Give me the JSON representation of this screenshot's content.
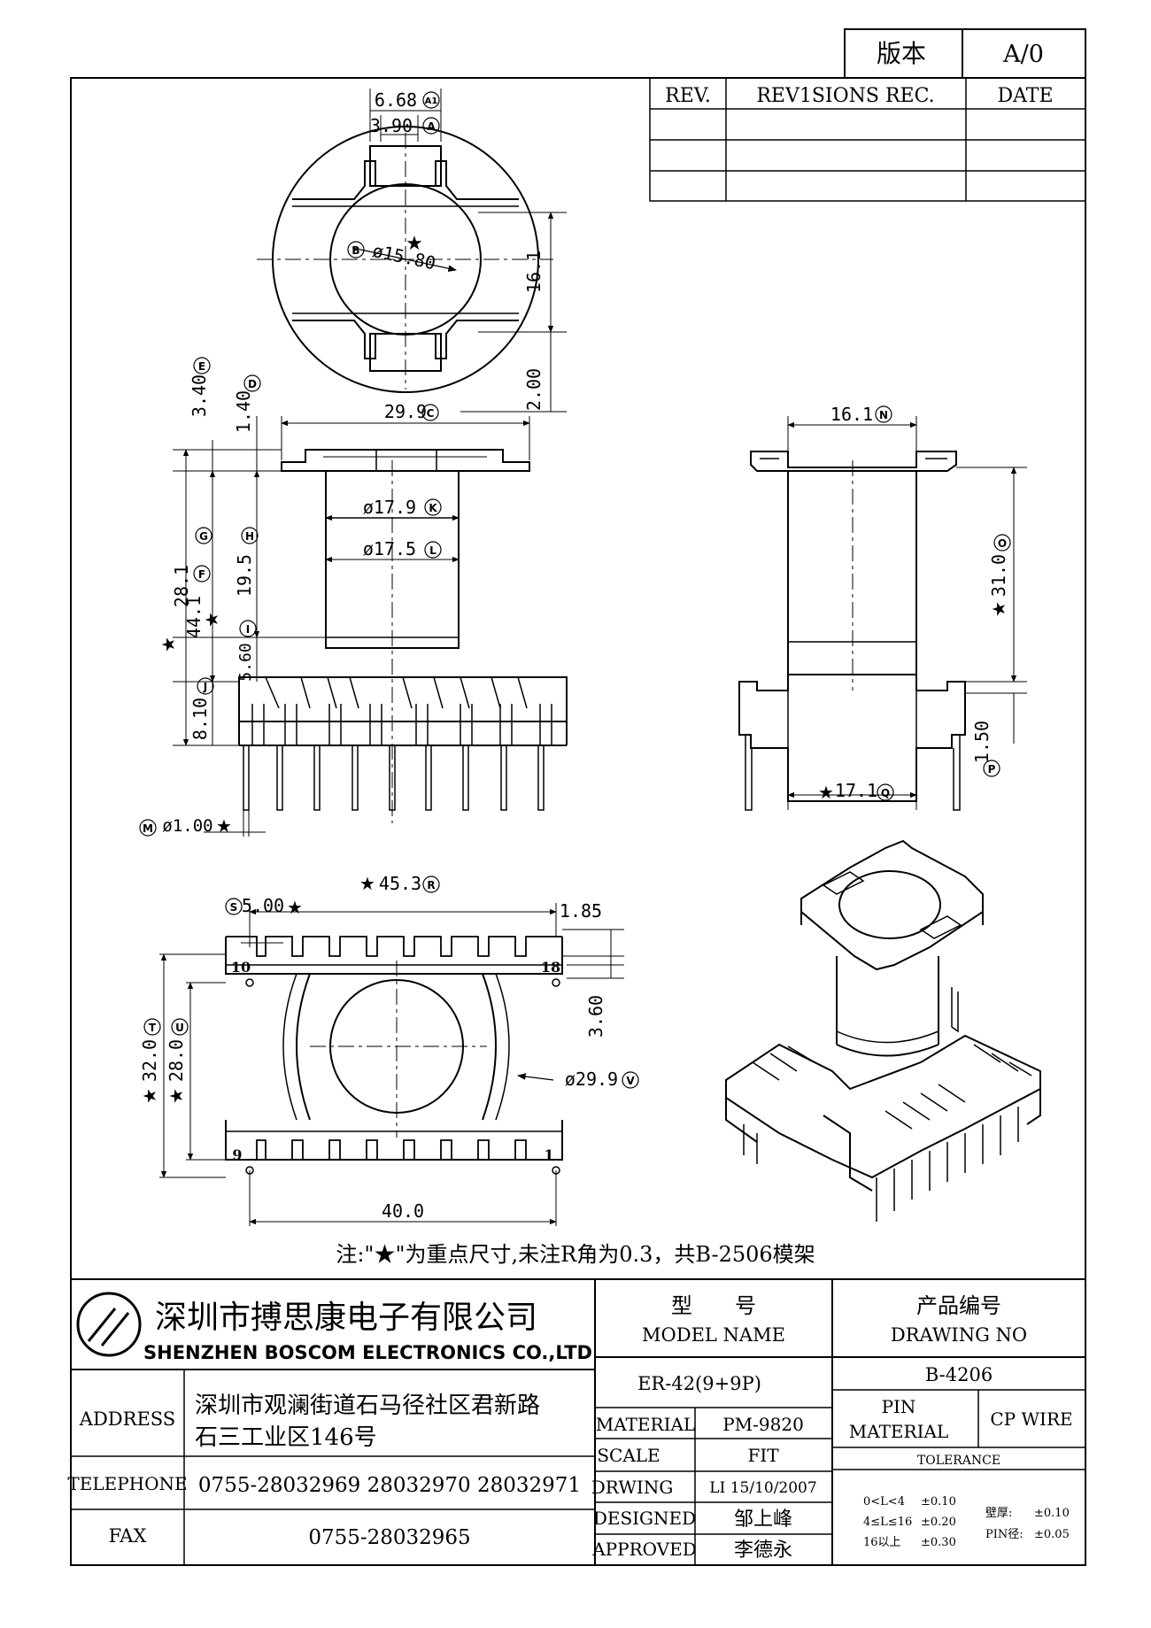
{
  "header": {
    "version_label": "版本",
    "version_value": "A/0",
    "rev_col": "REV.",
    "revisions_col": "REV1SIONS REC.",
    "date_col": "DATE"
  },
  "dims": {
    "a1": "6.68",
    "a1_tag": "A1",
    "a": "3.90",
    "a_tag": "A",
    "b": "ø15.80",
    "b_tag": "B",
    "h161": "16.1",
    "h200": "2.00",
    "e": "3.40",
    "e_tag": "E",
    "d": "1.40",
    "d_tag": "D",
    "c": "29.9",
    "c_tag": "C",
    "k": "ø17.9",
    "k_tag": "K",
    "l": "ø17.5",
    "l_tag": "L",
    "g": "28.1",
    "g_tag": "G",
    "f": "44.1",
    "f_tag": "F",
    "h": "19.5",
    "h_tag": "H",
    "i": "5.60",
    "i_tag": "I",
    "j": "8.10",
    "j_tag": "J",
    "m": "ø1.00",
    "m_tag": "M",
    "n": "16.1",
    "n_tag": "N",
    "o": "31.0",
    "o_tag": "O",
    "p": "1.50",
    "p_tag": "P",
    "q": "17.1",
    "q_tag": "Q",
    "r": "45.3",
    "r_tag": "R",
    "s": "5.00",
    "s_tag": "S",
    "h185": "1.85",
    "h360": "3.60",
    "t": "32.0",
    "t_tag": "T",
    "u": "28.0",
    "u_tag": "U",
    "v": "ø29.9",
    "v_tag": "V",
    "w40": "40.0",
    "pin10": "10",
    "pin18": "18",
    "pin9": "9",
    "pin1": "1",
    "star": "★"
  },
  "note": "注:\"★\"为重点尺寸,未注R角为0.3，共B-2506模架",
  "company": {
    "name_cn": "深圳市搏思康电子有限公司",
    "name_en": "SHENZHEN BOSCOM ELECTRONICS CO.,LTD",
    "address_label": "ADDRESS",
    "address_line1": "深圳市观澜街道石马径社区君新路",
    "address_line2": "石三工业区146号",
    "telephone_label": "TELEPHONE",
    "telephone_value": "0755-28032969 28032970 28032971",
    "fax_label": "FAX",
    "fax_value": "0755-28032965"
  },
  "title_block": {
    "model_cn": "型　　号",
    "model_en": "MODEL NAME",
    "drawing_cn": "产品编号",
    "drawing_en": "DRAWING NO",
    "model_value": "ER-42(9+9P)",
    "drawing_value": "B-4206",
    "material_label": "MATERIAL",
    "material_value": "PM-9820",
    "pin_material_label1": "PIN",
    "pin_material_label2": "MATERIAL",
    "pin_material_value": "CP WIRE",
    "scale_label": "SCALE",
    "scale_value": "FIT",
    "tolerance_label": "TOLERANCE",
    "drwing_label": "DRWING",
    "drwing_value": "LI 15/10/2007",
    "designed_label": "DESIGNED",
    "designed_value": "邹上峰",
    "approved_label": "APPROVED",
    "approved_value": "李德永",
    "tol1_range": "0<L<4",
    "tol1_val": "±0.10",
    "tol2_range": "4≤L≤16",
    "tol2_val": "±0.20",
    "tol3_range": "16以上",
    "tol3_val": "±0.30",
    "wall_label": "壁厚:",
    "wall_val": "±0.10",
    "pin_label": "PIN径:",
    "pin_val": "±0.05"
  }
}
